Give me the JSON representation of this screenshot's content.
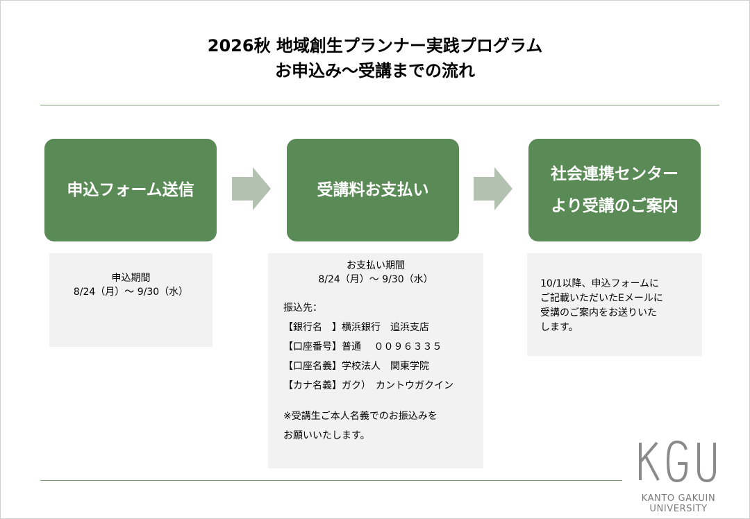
{
  "title": {
    "line1": "2026秋 地域創生プランナー実践プログラム",
    "line2": "お申込み〜受講までの流れ"
  },
  "steps": [
    {
      "lines": [
        "申込フォーム送信"
      ]
    },
    {
      "lines": [
        "受講料お支払い"
      ]
    },
    {
      "lines": [
        "社会連携センター",
        "より受講のご案内"
      ]
    }
  ],
  "step1_info": {
    "label": "申込期間",
    "period": "8/24（月）～ 9/30（水）"
  },
  "step2_info": {
    "label": "お支払い期間",
    "period": "8/24（月）～ 9/30（水）",
    "bank_lines": [
      "振込先：",
      "【銀行名　】横浜銀行　追浜支店",
      "【口座番号】普通　 ００９６３３５",
      "【口座名義】学校法人　関東学院",
      "【カナ名義】ガク）　カントウガクイン"
    ],
    "note_lines": [
      "※受講生ご本人名義でのお振込みを",
      "お願いいたします。"
    ]
  },
  "step3_info": {
    "lines": [
      "10/1以降、申込フォームに",
      "ご記載いただいたEメールに",
      "受講のご案内をお送りいた",
      "します。"
    ]
  },
  "logo": {
    "mark": "KGU",
    "name": "KANTO GAKUIN UNIVERSITY"
  },
  "colors": {
    "step_fill": "#5a8a55",
    "arrow_fill": "#b3c2b0",
    "info_fill": "#f2f2f2",
    "rule": "#7a9a70"
  }
}
